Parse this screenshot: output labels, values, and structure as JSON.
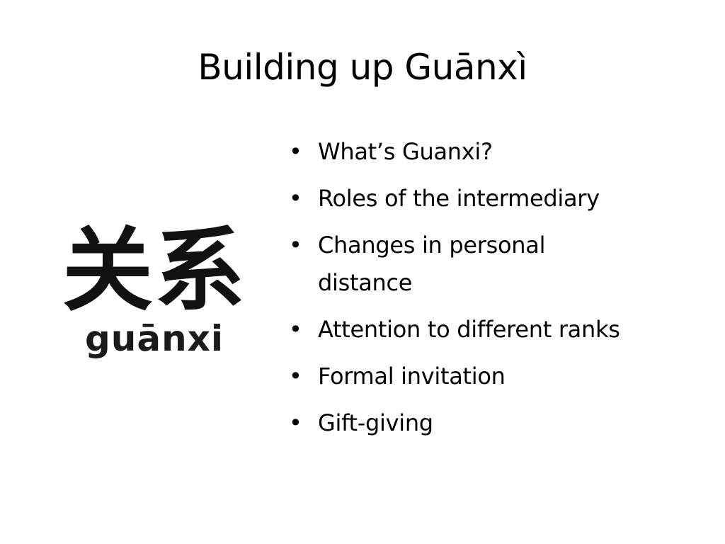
{
  "slide": {
    "title": "Building up Guānxì",
    "image": {
      "characters": "关系",
      "pinyin": "guānxi"
    },
    "bullet_symbol": "•",
    "bullets": [
      "What’s Guanxi?",
      "Roles of the intermediary",
      "Changes in personal distance",
      "Attention to different ranks",
      "Formal invitation",
      "Gift-giving"
    ]
  }
}
